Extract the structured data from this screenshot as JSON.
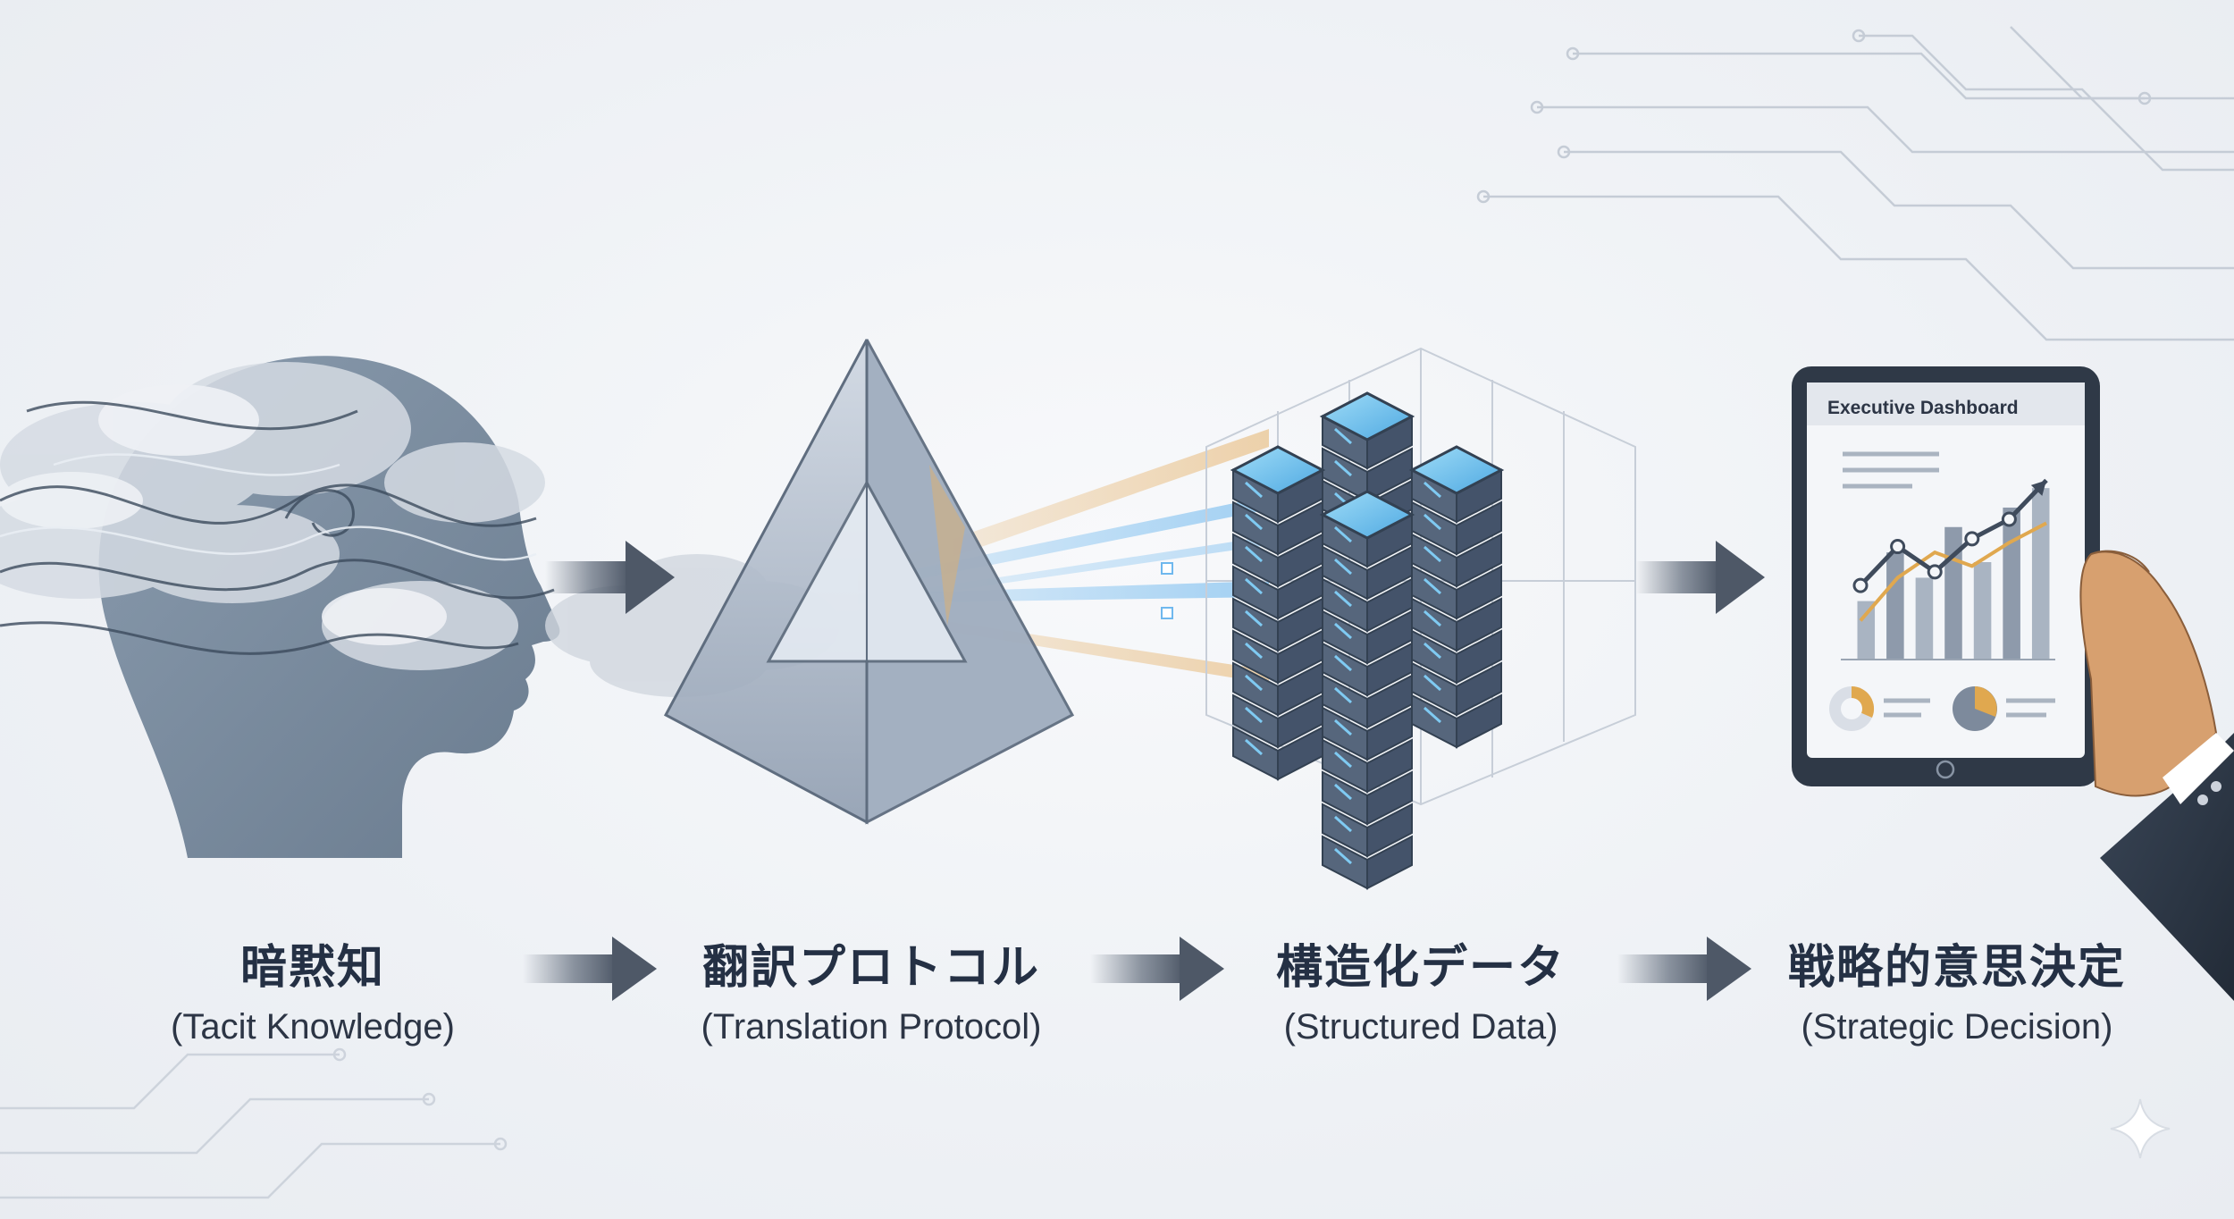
{
  "stages": [
    {
      "jp": "暗黙知",
      "en": "(Tacit Knowledge)",
      "icon": "cloudy-head-icon"
    },
    {
      "jp": "翻訳プロトコル",
      "en": "(Translation Protocol)",
      "icon": "prism-icon"
    },
    {
      "jp": "構造化データ",
      "en": "(Structured Data)",
      "icon": "server-stack-icon"
    },
    {
      "jp": "戦略的意思決定",
      "en": "(Strategic Decision)",
      "icon": "tablet-dashboard-icon"
    }
  ],
  "dashboard": {
    "title": "Executive Dashboard",
    "bars": [
      0.3,
      0.55,
      0.42,
      0.68,
      0.5,
      0.78,
      0.88
    ],
    "trend": [
      0.38,
      0.58,
      0.45,
      0.62,
      0.72,
      0.92
    ],
    "secondary_trend": [
      0.2,
      0.42,
      0.55,
      0.48,
      0.6,
      0.7
    ]
  },
  "colors": {
    "text_dark": "#243044",
    "arrow": "#5d6878",
    "head": "#6b7f93",
    "prism": "#8394a8",
    "server_body": "#4e5d72",
    "server_top": "#6fc4ef",
    "beam_blue": "#6fb8ee",
    "beam_gold": "#e5b066",
    "tablet_frame": "#2f3947",
    "sleeve": "#2c3746",
    "skin": "#d7a06f"
  }
}
